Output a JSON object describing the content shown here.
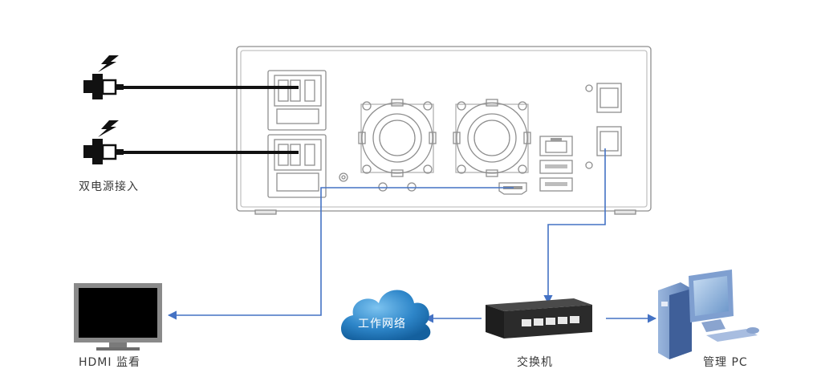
{
  "labels": {
    "dual_power": "双电源接入",
    "hdmi_monitor": "HDMI 监看",
    "network": "工作网络",
    "switch": "交换机",
    "admin_pc": "管理 PC"
  },
  "colors": {
    "cable": "#4472c4",
    "power_cord": "#111111",
    "device_outline": "#9a9a9a",
    "cloud": "#2e86c9"
  },
  "icons": [
    "plug-icon",
    "lightning-icon",
    "fan-icon",
    "monitor-icon",
    "cloud-icon",
    "switch-icon",
    "computer-icon"
  ]
}
